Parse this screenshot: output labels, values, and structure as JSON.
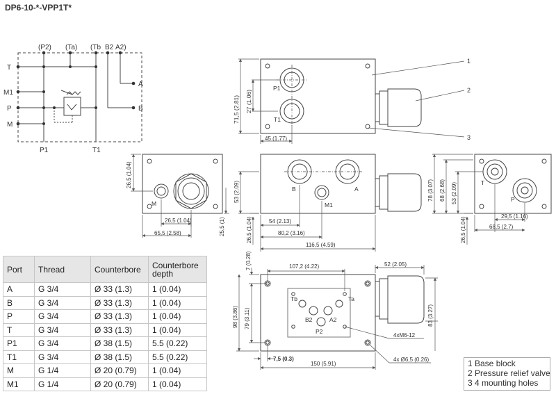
{
  "title": "DP6-10-*-VPP1T*",
  "schematic": {
    "top_labels": [
      "(P2)",
      "(Ta)",
      "(Tb",
      "B2",
      "A2)"
    ],
    "left_labels": [
      "T",
      "M1",
      "P",
      "M"
    ],
    "right_labels": [
      "A",
      "B"
    ],
    "bottom_labels": [
      "P1",
      "T1"
    ]
  },
  "top_view": {
    "port_labels": [
      "P1",
      "T1"
    ],
    "dims": [
      "71,5 (2.81)",
      "27 (1.06)",
      "45 (1.77)"
    ],
    "callouts": [
      "1",
      "2",
      "3"
    ]
  },
  "left_view": {
    "port_label": "M",
    "dims": [
      "26,5 (1.04)",
      "26,5 (1.04)",
      "65,5 (2.58)",
      "25,5 (1)"
    ]
  },
  "front_view": {
    "port_labels": [
      "B",
      "M1",
      "A"
    ],
    "dims": [
      "53 (2.09)",
      "54 (2.13)",
      "26,5 (1.04)",
      "80,2 (3.16)",
      "116,5 (4.59)"
    ]
  },
  "right_view": {
    "port_labels": [
      "T",
      "P"
    ],
    "dims": [
      "78 (3.07)",
      "68 (2.68)",
      "53 (2.09)",
      "29,5 (1.16)",
      "68,5 (2.7)",
      "26,5 (1.04)"
    ]
  },
  "bottom_view": {
    "port_labels": [
      "Tb",
      "Ta",
      "B2",
      "A2",
      "P2"
    ],
    "dims": [
      "7 (0.28)",
      "107,2 (4.22)",
      "52 (2.05)",
      "98 (3.86)",
      "79 (3.11)",
      "83 (3.27)",
      "7,5 (0.3)",
      "150 (5.91)"
    ],
    "callouts": [
      "4xM6-12",
      "4x Ø6,5 (0.26)"
    ]
  },
  "port_table": {
    "headers": [
      "Port",
      "Thread",
      "Counterbore",
      "Counterbore depth"
    ],
    "rows": [
      [
        "A",
        "G 3/4",
        "Ø 33 (1.3)",
        "1 (0.04)"
      ],
      [
        "B",
        "G 3/4",
        "Ø 33 (1.3)",
        "1 (0.04)"
      ],
      [
        "P",
        "G 3/4",
        "Ø 33 (1.3)",
        "1 (0.04)"
      ],
      [
        "T",
        "G 3/4",
        "Ø 33 (1.3)",
        "1 (0.04)"
      ],
      [
        "P1",
        "G 3/4",
        "Ø 38 (1.5)",
        "5.5 (0.22)"
      ],
      [
        "T1",
        "G 3/4",
        "Ø 38 (1.5)",
        "5.5 (0.22)"
      ],
      [
        "M",
        "G 1/4",
        "Ø 20 (0.79)",
        "1 (0.04)"
      ],
      [
        "M1",
        "G 1/4",
        "Ø 20 (0.79)",
        "1 (0.04)"
      ]
    ]
  },
  "legend": {
    "items": [
      "1  Base block",
      "2  Pressure relief valve",
      "3  4 mounting holes"
    ]
  }
}
